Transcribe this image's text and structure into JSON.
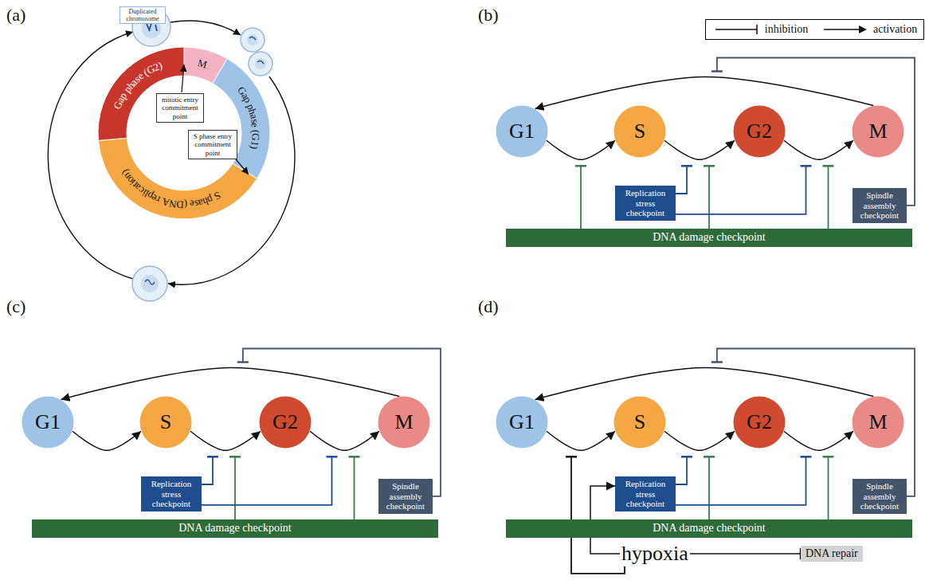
{
  "diagram": {
    "nodes": [
      {
        "text": [
          "Duplicated chromosome"
        ]
      },
      {
        "text": [
          "mitotic entry commitment point"
        ]
      },
      {
        "text": [
          "S phase entry commitment point"
        ]
      },
      {
        "text": [
          "G1"
        ]
      },
      {
        "text": [
          "S"
        ]
      },
      {
        "text": [
          "G2"
        ]
      },
      {
        "text": [
          "M"
        ]
      },
      {
        "text": [
          "Replication stress checkpoint"
        ]
      },
      {
        "text": [
          "Spindle assembly checkpoint"
        ]
      },
      {
        "text": [
          "DNA damage checkpoint"
        ]
      },
      {
        "text": [
          "G1"
        ]
      },
      {
        "text": [
          "S"
        ]
      },
      {
        "text": [
          "G2"
        ]
      },
      {
        "text": [
          "M"
        ]
      },
      {
        "text": [
          "Replication stress checkpoint"
        ]
      },
      {
        "text": [
          "Spindle assembly checkpoint"
        ]
      },
      {
        "text": [
          "DNA damage checkpoint"
        ]
      },
      {
        "text": [
          "G1"
        ]
      },
      {
        "text": [
          "S"
        ]
      },
      {
        "text": [
          "G2"
        ]
      },
      {
        "text": [
          "M"
        ]
      },
      {
        "text": [
          "Replication stress checkpoint"
        ]
      },
      {
        "text": [
          "Spindle assembly checkpoint"
        ]
      },
      {
        "text": [
          "DNA damage checkpoint"
        ]
      },
      {
        "text": [
          "hypoxia"
        ]
      },
      {
        "text": [
          "DNA repair"
        ]
      }
    ],
    "edges": [
      {
        "from": 3,
        "to": 4,
        "arrow": "to"
      },
      {
        "from": 4,
        "to": 5,
        "arrow": "to"
      },
      {
        "from": 5,
        "to": 6,
        "arrow": "to"
      },
      {
        "from": 6,
        "to": 3,
        "arrow": "to"
      },
      {
        "from": 10,
        "to": 11,
        "arrow": "to"
      },
      {
        "from": 11,
        "to": 12,
        "arrow": "to"
      },
      {
        "from": 12,
        "to": 13,
        "arrow": "to"
      },
      {
        "from": 13,
        "to": 10,
        "arrow": "to"
      },
      {
        "from": 17,
        "to": 18,
        "arrow": "to"
      },
      {
        "from": 18,
        "to": 19,
        "arrow": "to"
      },
      {
        "from": 19,
        "to": 20,
        "arrow": "to"
      },
      {
        "from": 20,
        "to": 17,
        "arrow": "to"
      },
      {
        "from": 24,
        "to": 21,
        "arrow": "to"
      },
      {
        "from": 24,
        "to": 25,
        "arrow": "to"
      }
    ],
    "labels": [
      "(a)",
      "(b)",
      "(c)",
      "(d)",
      "M",
      "Gap phase (G1)",
      "S phase (DNA replication)",
      "Gap phase (G2)"
    ],
    "legend": [
      {
        "text": "inhibition"
      },
      {
        "text": "activation"
      }
    ]
  }
}
